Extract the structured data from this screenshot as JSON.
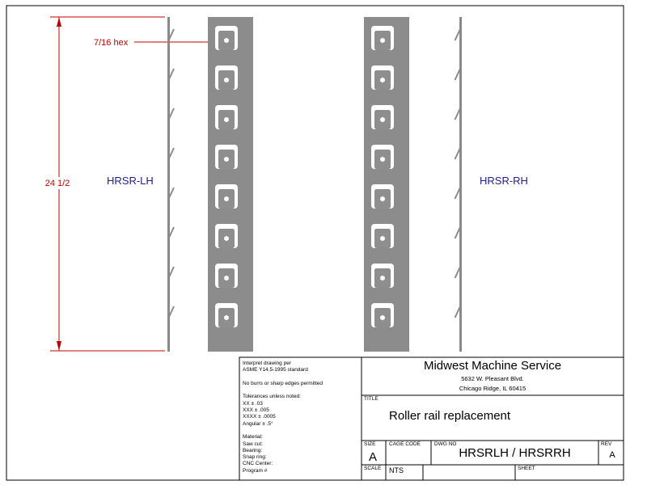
{
  "dimensions": {
    "hex_callout": "7/16 hex",
    "overall_length": "24 1/2"
  },
  "parts": {
    "left_label": "HRSR-LH",
    "right_label": "HRSR-RH"
  },
  "notes": [
    "Interpret drawing per",
    "ASME Y14.5-1995 standard",
    "",
    "No burrs or sharp edges permitted",
    "",
    "Tolerances unless noted:",
    "XX ± .03",
    "XXX ± .005",
    "XXXX ± .0005",
    "Angular ± .5°",
    "",
    "Material:",
    "Saw cut:",
    "Bearing:",
    "Snap ring:",
    "CNC Center:",
    "Program #"
  ],
  "title_block": {
    "company": "Midwest Machine Service",
    "address_line1": "5632 W. Pleasant Blvd.",
    "address_line2": "Chicago Ridge, IL 60415",
    "title_label": "TITLE",
    "title": "Roller rail replacement",
    "size_label": "SIZE",
    "size": "A",
    "cage_code_label": "CAGE CODE",
    "dwg_no_label": "DWG NO",
    "dwg_no": "HRSRLH / HRSRRH",
    "rev_label": "REV",
    "rev": "A",
    "scale_label": "SCALE",
    "scale": "NTS",
    "sheet_label": "SHEET"
  },
  "colors": {
    "dimension": "#c00000",
    "part_label": "#1f1f8f",
    "rail": "#8c8c8c",
    "profile": "#8a8a8a"
  }
}
